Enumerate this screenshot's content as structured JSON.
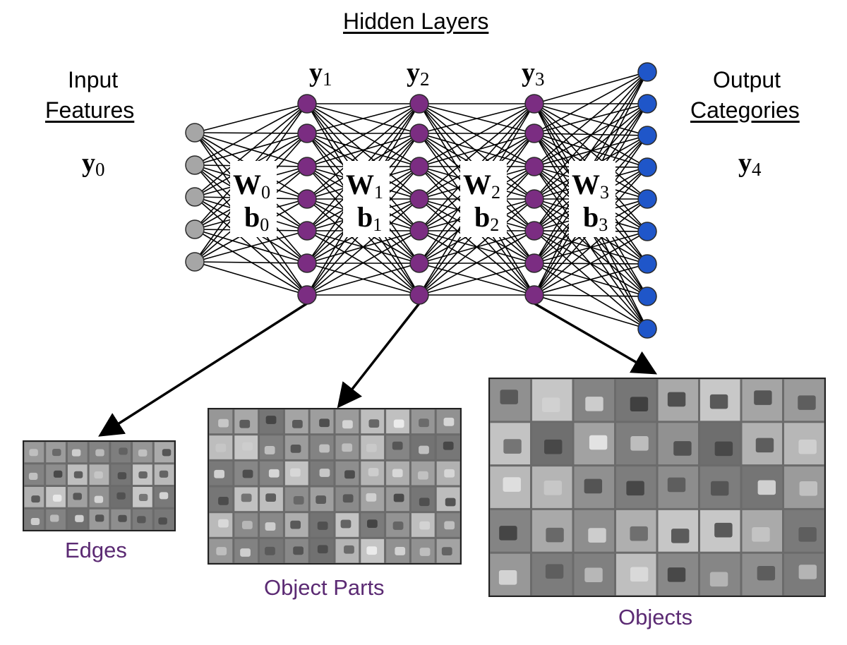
{
  "title": "Hidden Layers",
  "input_label": {
    "line1": "Input",
    "line2": "Features"
  },
  "output_label": {
    "line1": "Output",
    "line2": "Categories"
  },
  "layer_symbols": [
    {
      "base": "y",
      "sub": "0"
    },
    {
      "base": "y",
      "sub": "1"
    },
    {
      "base": "y",
      "sub": "2"
    },
    {
      "base": "y",
      "sub": "3"
    },
    {
      "base": "y",
      "sub": "4"
    }
  ],
  "weights": [
    {
      "w": "W",
      "w_sub": "0",
      "b": "b",
      "b_sub": "0"
    },
    {
      "w": "W",
      "w_sub": "1",
      "b": "b",
      "b_sub": "1"
    },
    {
      "w": "W",
      "w_sub": "2",
      "b": "b",
      "b_sub": "2"
    },
    {
      "w": "W",
      "w_sub": "3",
      "b": "b",
      "b_sub": "3"
    }
  ],
  "layers": [
    {
      "nodes": 5,
      "color": "#a6a6a6"
    },
    {
      "nodes": 7,
      "color": "#7b2d82"
    },
    {
      "nodes": 7,
      "color": "#7b2d82"
    },
    {
      "nodes": 7,
      "color": "#7b2d82"
    },
    {
      "nodes": 9,
      "color": "#1f56c9"
    }
  ],
  "feature_captions": {
    "edges": "Edges",
    "parts": "Object Parts",
    "objects": "Objects"
  },
  "colors": {
    "caption": "#5b2a73",
    "grid_bg": "#6b6b6b",
    "tile": "#9a9a9a"
  }
}
